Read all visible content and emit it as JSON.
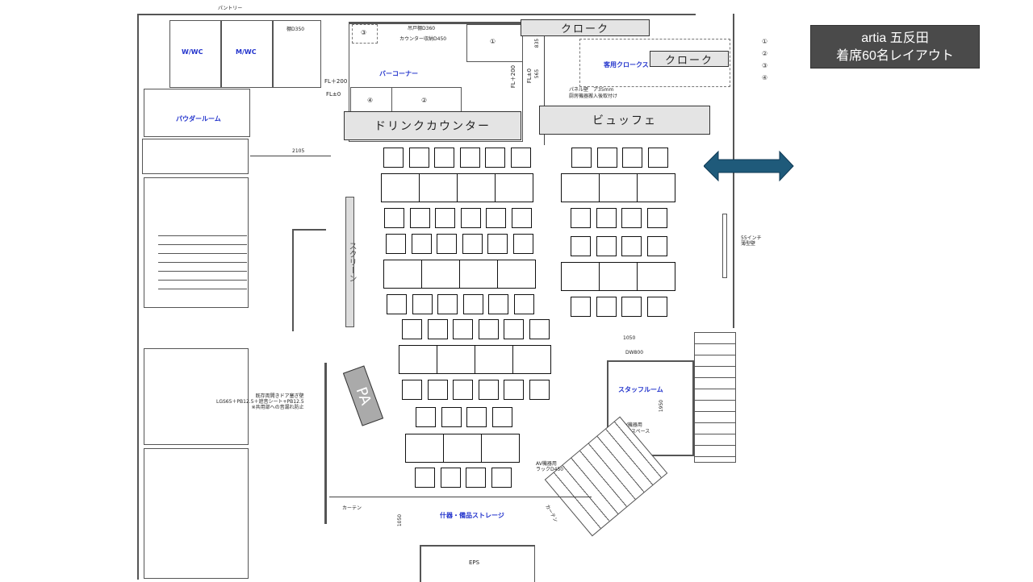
{
  "title": {
    "line1": "artia 五反田",
    "line2": "着席60名レイアウト"
  },
  "rooms": {
    "wwc": "W/WC",
    "mwc": "M/WC",
    "powder": "パウダールーム",
    "pantry": "パントリー",
    "bar": "バーコーナー",
    "guest_cloak": "客用クロークス",
    "staff": "スタッフルーム",
    "storage": "什器・備品ストレージ",
    "eps": "EPS"
  },
  "fixtures": {
    "cloak1": "クローク",
    "cloak2": "クローク",
    "drink": "ドリンクカウンター",
    "buffet": "ビュッフェ",
    "pa": "PA",
    "screen": "スクリーン"
  },
  "notes": {
    "shelf350": "棚D350",
    "hanging": "吊戸棚D360",
    "counter_storage": "カウンター収納D450",
    "fl200a": "FL＋200",
    "fl0a": "FL±0",
    "fl200b": "FL＋200",
    "fl0b": "FL±0",
    "panel": "パネル壁　ア35mm",
    "panel2": "厨房機器搬入後取付け",
    "d2105": "2105",
    "d835": "835",
    "d565": "565",
    "d1050a": "1050",
    "dw800": "DW800",
    "d1950": "1950",
    "d1050b": "1050",
    "av_space": "AV機器用",
    "av_space2": "配線スペース",
    "av_rack": "AV機器用",
    "av_rack2": "ラックD450",
    "curtain1": "カーテン",
    "curtain2": "カーテン",
    "wall_note1": "既存両開きドア塞ぎ壁",
    "wall_note2": "LGS65＋PB12.5＋遮音シート+PB12.5",
    "wall_note3": "※共用部への音漏れ防止",
    "tv": "55インチ",
    "tv2": "薄型壁"
  },
  "markers": {
    "m1": "①",
    "m2": "②",
    "m3": "③",
    "m4": "④",
    "legend": [
      "①",
      "②",
      "③",
      "④"
    ]
  },
  "colors": {
    "arrow": "#1f5a7a",
    "title_bg": "#4a4a4a"
  }
}
